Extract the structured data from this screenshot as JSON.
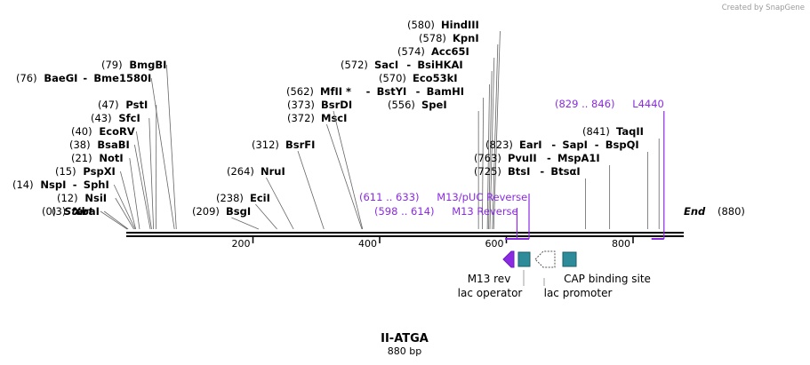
{
  "credit": "Created by SnapGene",
  "title": "II-ATGA",
  "length_label": "880 bp",
  "start_label": {
    "pos": "(0)",
    "name": "Start"
  },
  "end_label": {
    "name": "End",
    "pos": "(880)"
  },
  "ticks": [
    {
      "bp": 200,
      "label": "200"
    },
    {
      "bp": 400,
      "label": "400"
    },
    {
      "bp": 600,
      "label": "600"
    },
    {
      "bp": 800,
      "label": "800"
    }
  ],
  "left_sites": [
    {
      "pos": "(3)",
      "names": [
        "XbaI"
      ],
      "bp": 3,
      "row": 0
    },
    {
      "pos": "(12)",
      "names": [
        "NsiI"
      ],
      "bp": 12,
      "row": 1
    },
    {
      "pos": "(14)",
      "names": [
        "NspI",
        "SphI"
      ],
      "bp": 14,
      "row": 2
    },
    {
      "pos": "(15)",
      "names": [
        "PspXI"
      ],
      "bp": 15,
      "row": 3
    },
    {
      "pos": "(21)",
      "names": [
        "NotI"
      ],
      "bp": 21,
      "row": 4
    },
    {
      "pos": "(38)",
      "names": [
        "BsaBI"
      ],
      "bp": 38,
      "row": 5
    },
    {
      "pos": "(40)",
      "names": [
        "EcoRV"
      ],
      "bp": 40,
      "row": 6
    },
    {
      "pos": "(43)",
      "names": [
        "SfcI"
      ],
      "bp": 43,
      "row": 7
    },
    {
      "pos": "(47)",
      "names": [
        "PstI"
      ],
      "bp": 47,
      "row": 8
    },
    {
      "pos": "(76)",
      "names": [
        "BaeGI",
        "Bme1580I"
      ],
      "bp": 76,
      "row": 10
    },
    {
      "pos": "(79)",
      "names": [
        "BmgBI"
      ],
      "bp": 79,
      "row": 11
    }
  ],
  "mid_sites": [
    {
      "pos": "(209)",
      "names": [
        "BsgI"
      ],
      "bp": 209,
      "row": 0
    },
    {
      "pos": "(238)",
      "names": [
        "EciI"
      ],
      "bp": 238,
      "row": 1
    },
    {
      "pos": "(264)",
      "names": [
        "NruI"
      ],
      "bp": 264,
      "row": 3
    },
    {
      "pos": "(312)",
      "names": [
        "BsrFI"
      ],
      "bp": 312,
      "row": 5
    },
    {
      "pos": "(372)",
      "names": [
        "MscI"
      ],
      "bp": 372,
      "row": 7
    },
    {
      "pos": "(373)",
      "names": [
        "BsrDI"
      ],
      "bp": 373,
      "row": 8
    },
    {
      "pos": "(562)",
      "names": [
        "MfII *",
        "BstYI",
        "BamHI"
      ],
      "bp": 562,
      "row": 9
    },
    {
      "pos": "(556)",
      "names": [
        "SpeI"
      ],
      "bp": 556,
      "row": 8
    },
    {
      "pos": "(570)",
      "names": [
        "Eco53kI"
      ],
      "bp": 570,
      "row": 10
    },
    {
      "pos": "(572)",
      "names": [
        "SacI",
        "BsiHKAI"
      ],
      "bp": 572,
      "row": 11
    },
    {
      "pos": "(574)",
      "names": [
        "Acc65I"
      ],
      "bp": 574,
      "row": 12
    },
    {
      "pos": "(578)",
      "names": [
        "KpnI"
      ],
      "bp": 578,
      "row": 13
    },
    {
      "pos": "(580)",
      "names": [
        "HindIII"
      ],
      "bp": 580,
      "row": 14
    }
  ],
  "right_sites": [
    {
      "pos": "(725)",
      "names": [
        "BtsI",
        "BtsαI"
      ],
      "bp": 725,
      "row": 3
    },
    {
      "pos": "(763)",
      "names": [
        "PvuII",
        "MspA1I"
      ],
      "bp": 763,
      "row": 4
    },
    {
      "pos": "(823)",
      "names": [
        "EarI",
        "SapI",
        "BspQI"
      ],
      "bp": 823,
      "row": 5
    },
    {
      "pos": "(841)",
      "names": [
        "TaqII"
      ],
      "bp": 841,
      "row": 6
    }
  ],
  "primers": [
    {
      "pos": "(598 .. 614)",
      "name": "M13 Reverse",
      "bp_start": 598,
      "bp_end": 614
    },
    {
      "pos": "(611 .. 633)",
      "name": "M13/pUC Reverse",
      "bp_start": 611,
      "bp_end": 633
    },
    {
      "pos": "(829 .. 846)",
      "name": "L4440",
      "bp_start": 829,
      "bp_end": 846
    }
  ],
  "features": [
    {
      "name": "M13 rev",
      "type": "arrow-left",
      "color": "#8a2be2"
    },
    {
      "name": "lac operator",
      "type": "box",
      "color": "#2e8b9a"
    },
    {
      "name": "lac promoter",
      "type": "arrow-left-outline",
      "color": "#ffffff"
    },
    {
      "name": "CAP binding site",
      "type": "box",
      "color": "#2e8b9a"
    }
  ],
  "colors": {
    "primer": "#8a2be2",
    "feature_box": "#2e8b9a",
    "backbone": "#000000"
  }
}
